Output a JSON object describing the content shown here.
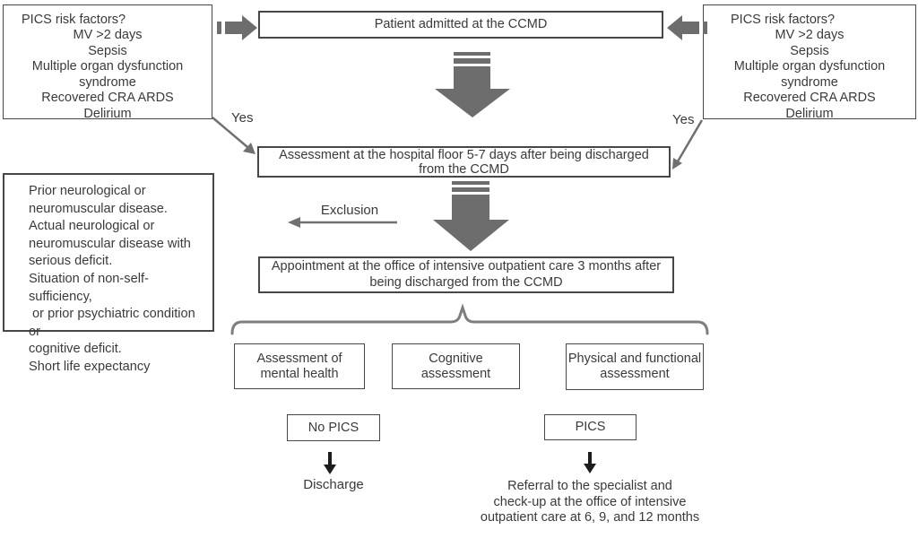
{
  "colors": {
    "box_border": "#474747",
    "text": "#3a3a3a",
    "block_arrow_gray": "#6d6d6d",
    "thin_line_gray": "#707070",
    "brace_gray": "#7e7e7e",
    "black_arrow": "#1c1c1c"
  },
  "risk_left": {
    "title": "PICS risk factors?",
    "items": [
      "MV >2 days",
      "Sepsis",
      "Multiple organ dysfunction syndrome",
      "Recovered CRA ARDS",
      "Delirium"
    ]
  },
  "risk_right": {
    "title": "PICS risk factors?",
    "items": [
      "MV >2 days",
      "Sepsis",
      "Multiple organ dysfunction syndrome",
      "Recovered CRA ARDS",
      "Delirium"
    ]
  },
  "admitted_label": "Patient admitted at the CCMD",
  "yes_left": "Yes",
  "yes_right": "Yes",
  "floor_assessment": [
    "Assessment at the hospital floor 5-7 days after being discharged",
    "from the CCMD"
  ],
  "exclusion_label": "Exclusion",
  "exclusion_criteria": [
    "Prior neurological or",
    "neuromuscular disease.",
    "Actual neurological or",
    "neuromuscular disease with",
    "serious deficit.",
    "Situation of non-self-sufficiency,",
    " or prior psychiatric condition or",
    "cognitive deficit.",
    "Short life expectancy"
  ],
  "appointment": [
    "Appointment at the office of intensive outpatient care 3 months after",
    "being discharged from the CCMD"
  ],
  "assessment_mental": [
    "Assessment of",
    "mental health"
  ],
  "assessment_cognitive": [
    "Cognitive",
    "assessment"
  ],
  "assessment_physical": [
    "Physical and functional",
    "assessment"
  ],
  "no_pics_label": "No PICS",
  "pics_label": "PICS",
  "discharge_label": "Discharge",
  "referral": [
    "Referral to the specialist and",
    "check-up at the office of intensive",
    "outpatient care at 6, 9, and 12 months"
  ]
}
